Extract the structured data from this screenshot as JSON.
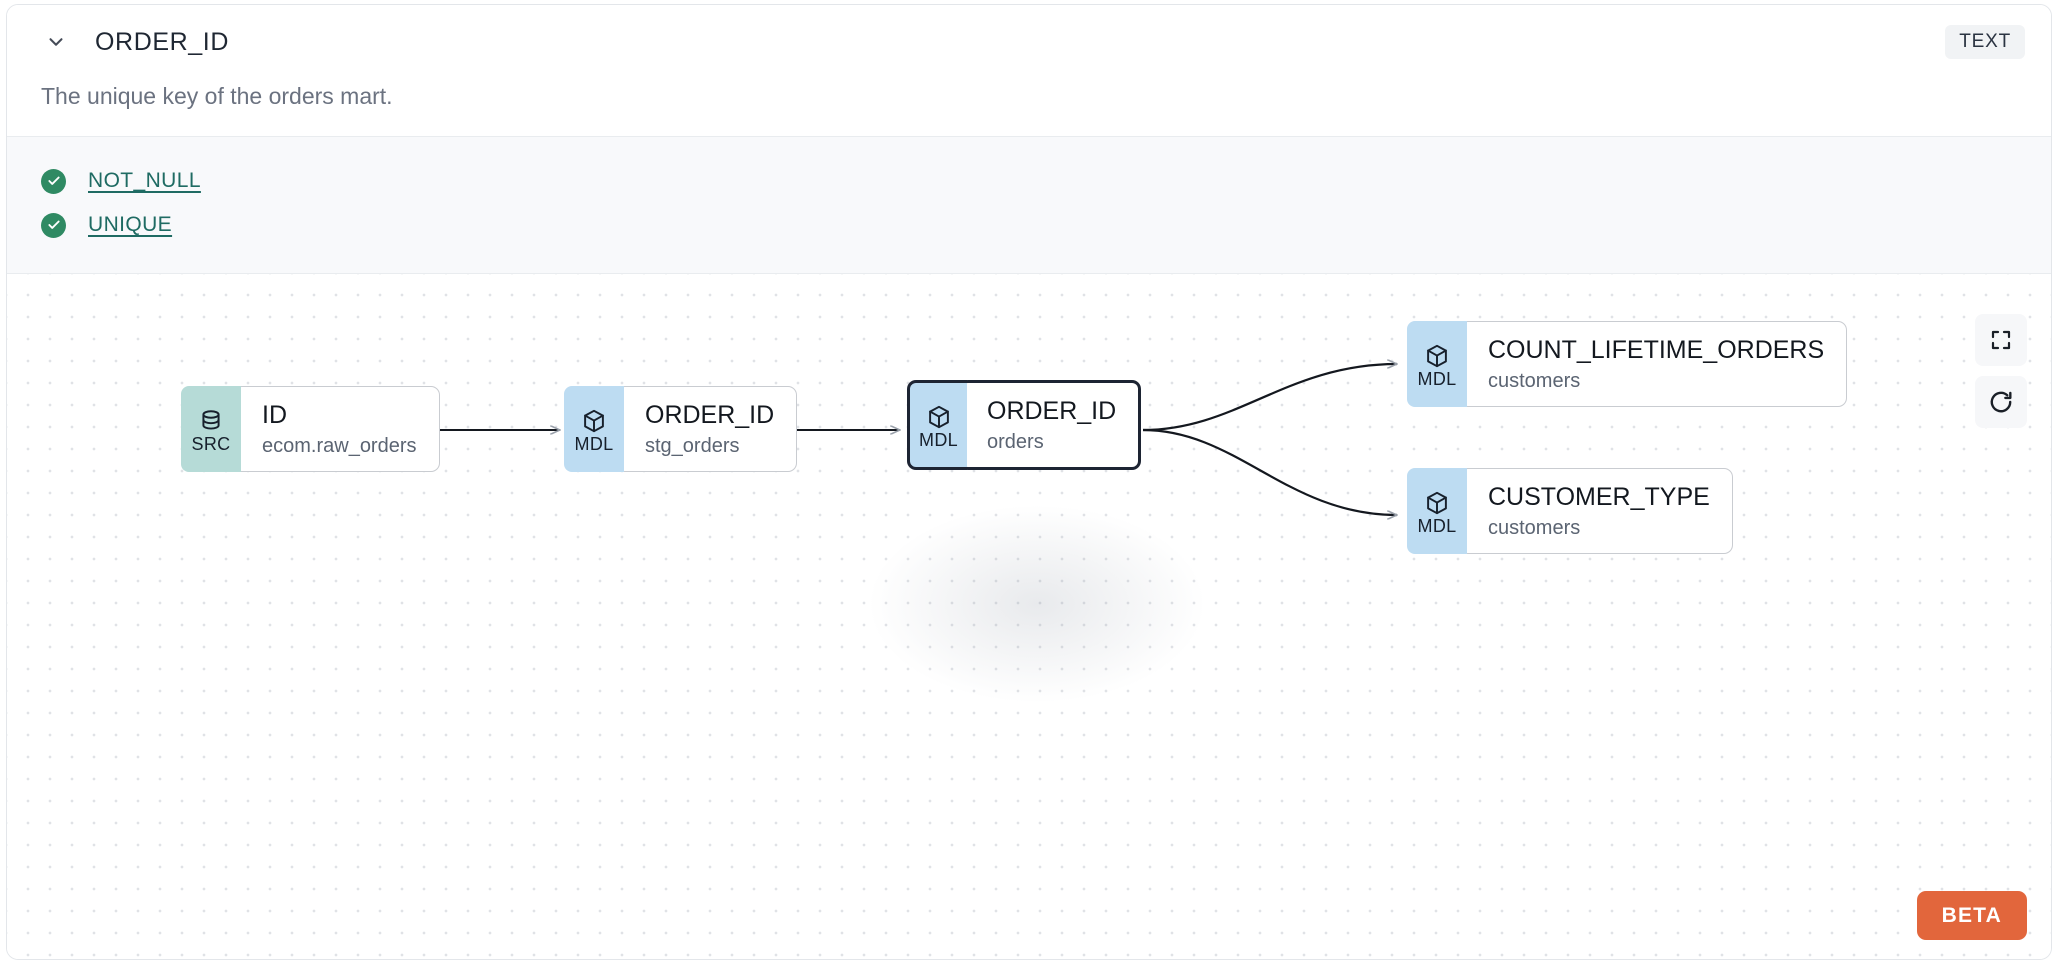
{
  "header": {
    "chevron_icon": "chevron-down-icon",
    "column_name": "ORDER_ID",
    "type_badge": "TEXT"
  },
  "description": "The unique key of the orders mart.",
  "tests": {
    "items": [
      {
        "icon": "check-circle-icon",
        "label": "NOT_NULL",
        "status": "passed"
      },
      {
        "icon": "check-circle-icon",
        "label": "UNIQUE",
        "status": "passed"
      }
    ]
  },
  "lineage": {
    "nodes": [
      {
        "id": "n1",
        "badge": "SRC",
        "badge_icon": "database-icon",
        "name": "ID",
        "sub": "ecom.raw_orders",
        "selected": false
      },
      {
        "id": "n2",
        "badge": "MDL",
        "badge_icon": "cube-icon",
        "name": "ORDER_ID",
        "sub": "stg_orders",
        "selected": false
      },
      {
        "id": "n3",
        "badge": "MDL",
        "badge_icon": "cube-icon",
        "name": "ORDER_ID",
        "sub": "orders",
        "selected": true
      },
      {
        "id": "n4",
        "badge": "MDL",
        "badge_icon": "cube-icon",
        "name": "COUNT_LIFETIME_ORDERS",
        "sub": "customers",
        "selected": false
      },
      {
        "id": "n5",
        "badge": "MDL",
        "badge_icon": "cube-icon",
        "name": "CUSTOMER_TYPE",
        "sub": "customers",
        "selected": false
      }
    ],
    "edges": [
      {
        "from": "n1",
        "to": "n2"
      },
      {
        "from": "n2",
        "to": "n3"
      },
      {
        "from": "n3",
        "to": "n4"
      },
      {
        "from": "n3",
        "to": "n5"
      }
    ],
    "controls": [
      {
        "icon": "fit-view-icon",
        "label": "Fit view"
      },
      {
        "icon": "refresh-icon",
        "label": "Reset"
      }
    ],
    "beta_label": "BETA"
  },
  "colors": {
    "src_badge": "#b6dbd7",
    "mdl_badge": "#bddcf2",
    "test_pass": "#2f8a63",
    "test_link": "#1f6b63",
    "beta": "#e2663c",
    "selected_border": "#1d2433"
  }
}
